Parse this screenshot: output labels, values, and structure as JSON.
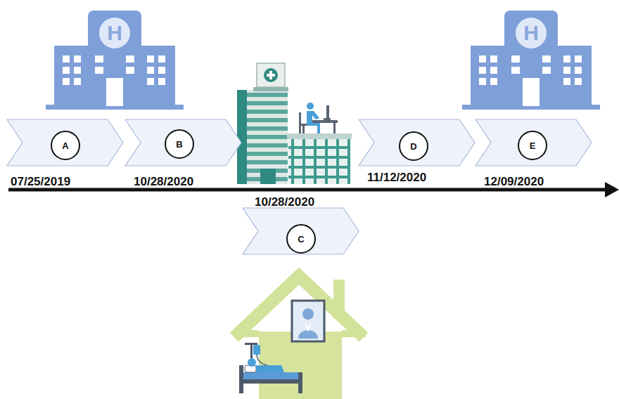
{
  "diagram": {
    "nodes": [
      {
        "text": [
          "07/25/2019"
        ]
      },
      {
        "text": [
          "A"
        ],
        "in": 0
      },
      {
        "text": [
          "10/28/2020"
        ]
      },
      {
        "text": [
          "B"
        ],
        "in": 2
      },
      {
        "text": [
          "10/28/2020"
        ]
      },
      {
        "text": [
          "C"
        ],
        "in": 4
      },
      {
        "text": [
          "11/12/2020"
        ]
      },
      {
        "text": [
          "D"
        ],
        "in": 6
      },
      {
        "text": [
          "12/09/2020"
        ]
      },
      {
        "text": [
          "E"
        ],
        "in": 8
      }
    ],
    "labels": [
      "H",
      "H"
    ]
  }
}
